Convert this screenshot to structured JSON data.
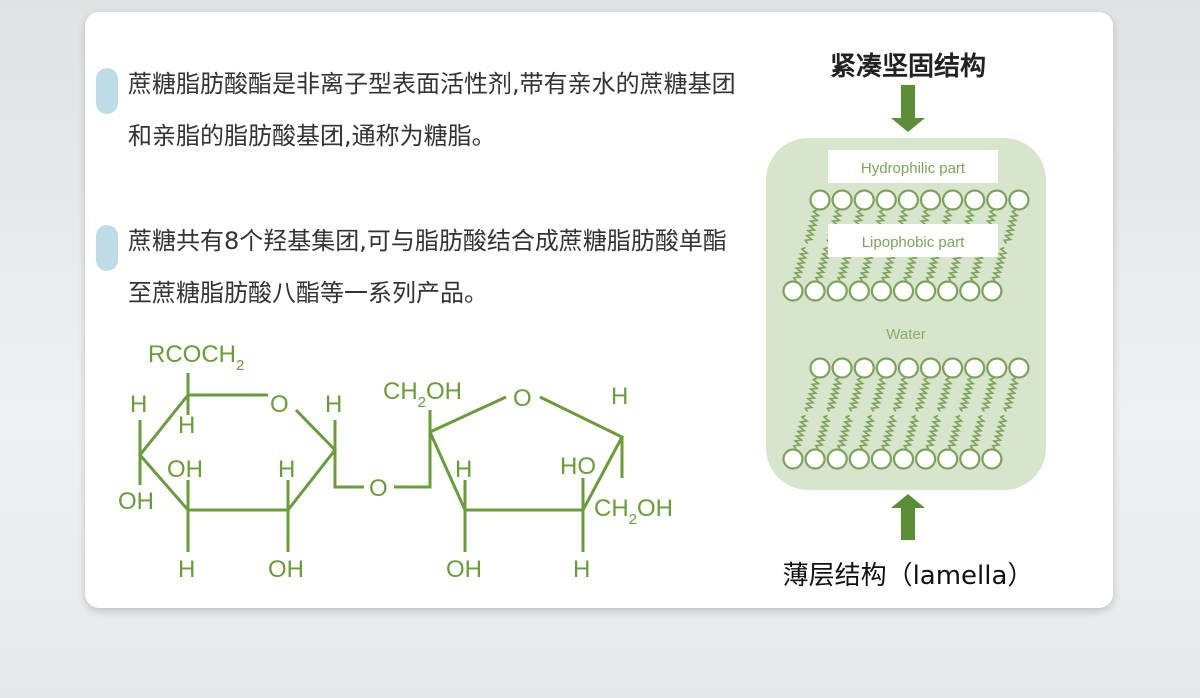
{
  "paragraphs": [
    "蔗糖脂肪酸酯是非离子型表面活性剂,带有亲水的蔗糖基团和亲脂的脂肪酸基团,通称为糖脂。",
    "蔗糖共有8个羟基集团,可与脂肪酸结合成蔗糖脂肪酸单酯至蔗糖脂肪酸八酯等一系列产品。"
  ],
  "molecule": {
    "rcoch2": "RCOCH",
    "sub2": "2",
    "h": "H",
    "oh": "OH",
    "ho": "HO",
    "o": "O",
    "ch": "CH",
    "ch2oh_tail": "OH"
  },
  "diagram": {
    "top_title": "紧凑坚固结构",
    "bottom_title": "薄层结构（lamella）",
    "hydrophilic": "Hydrophilic part",
    "lipophobic": "Lipophobic part",
    "water": "Water",
    "colors": {
      "green": "#5b8c36",
      "box": "#d7e5cd",
      "line": "#6a9c3a"
    }
  }
}
